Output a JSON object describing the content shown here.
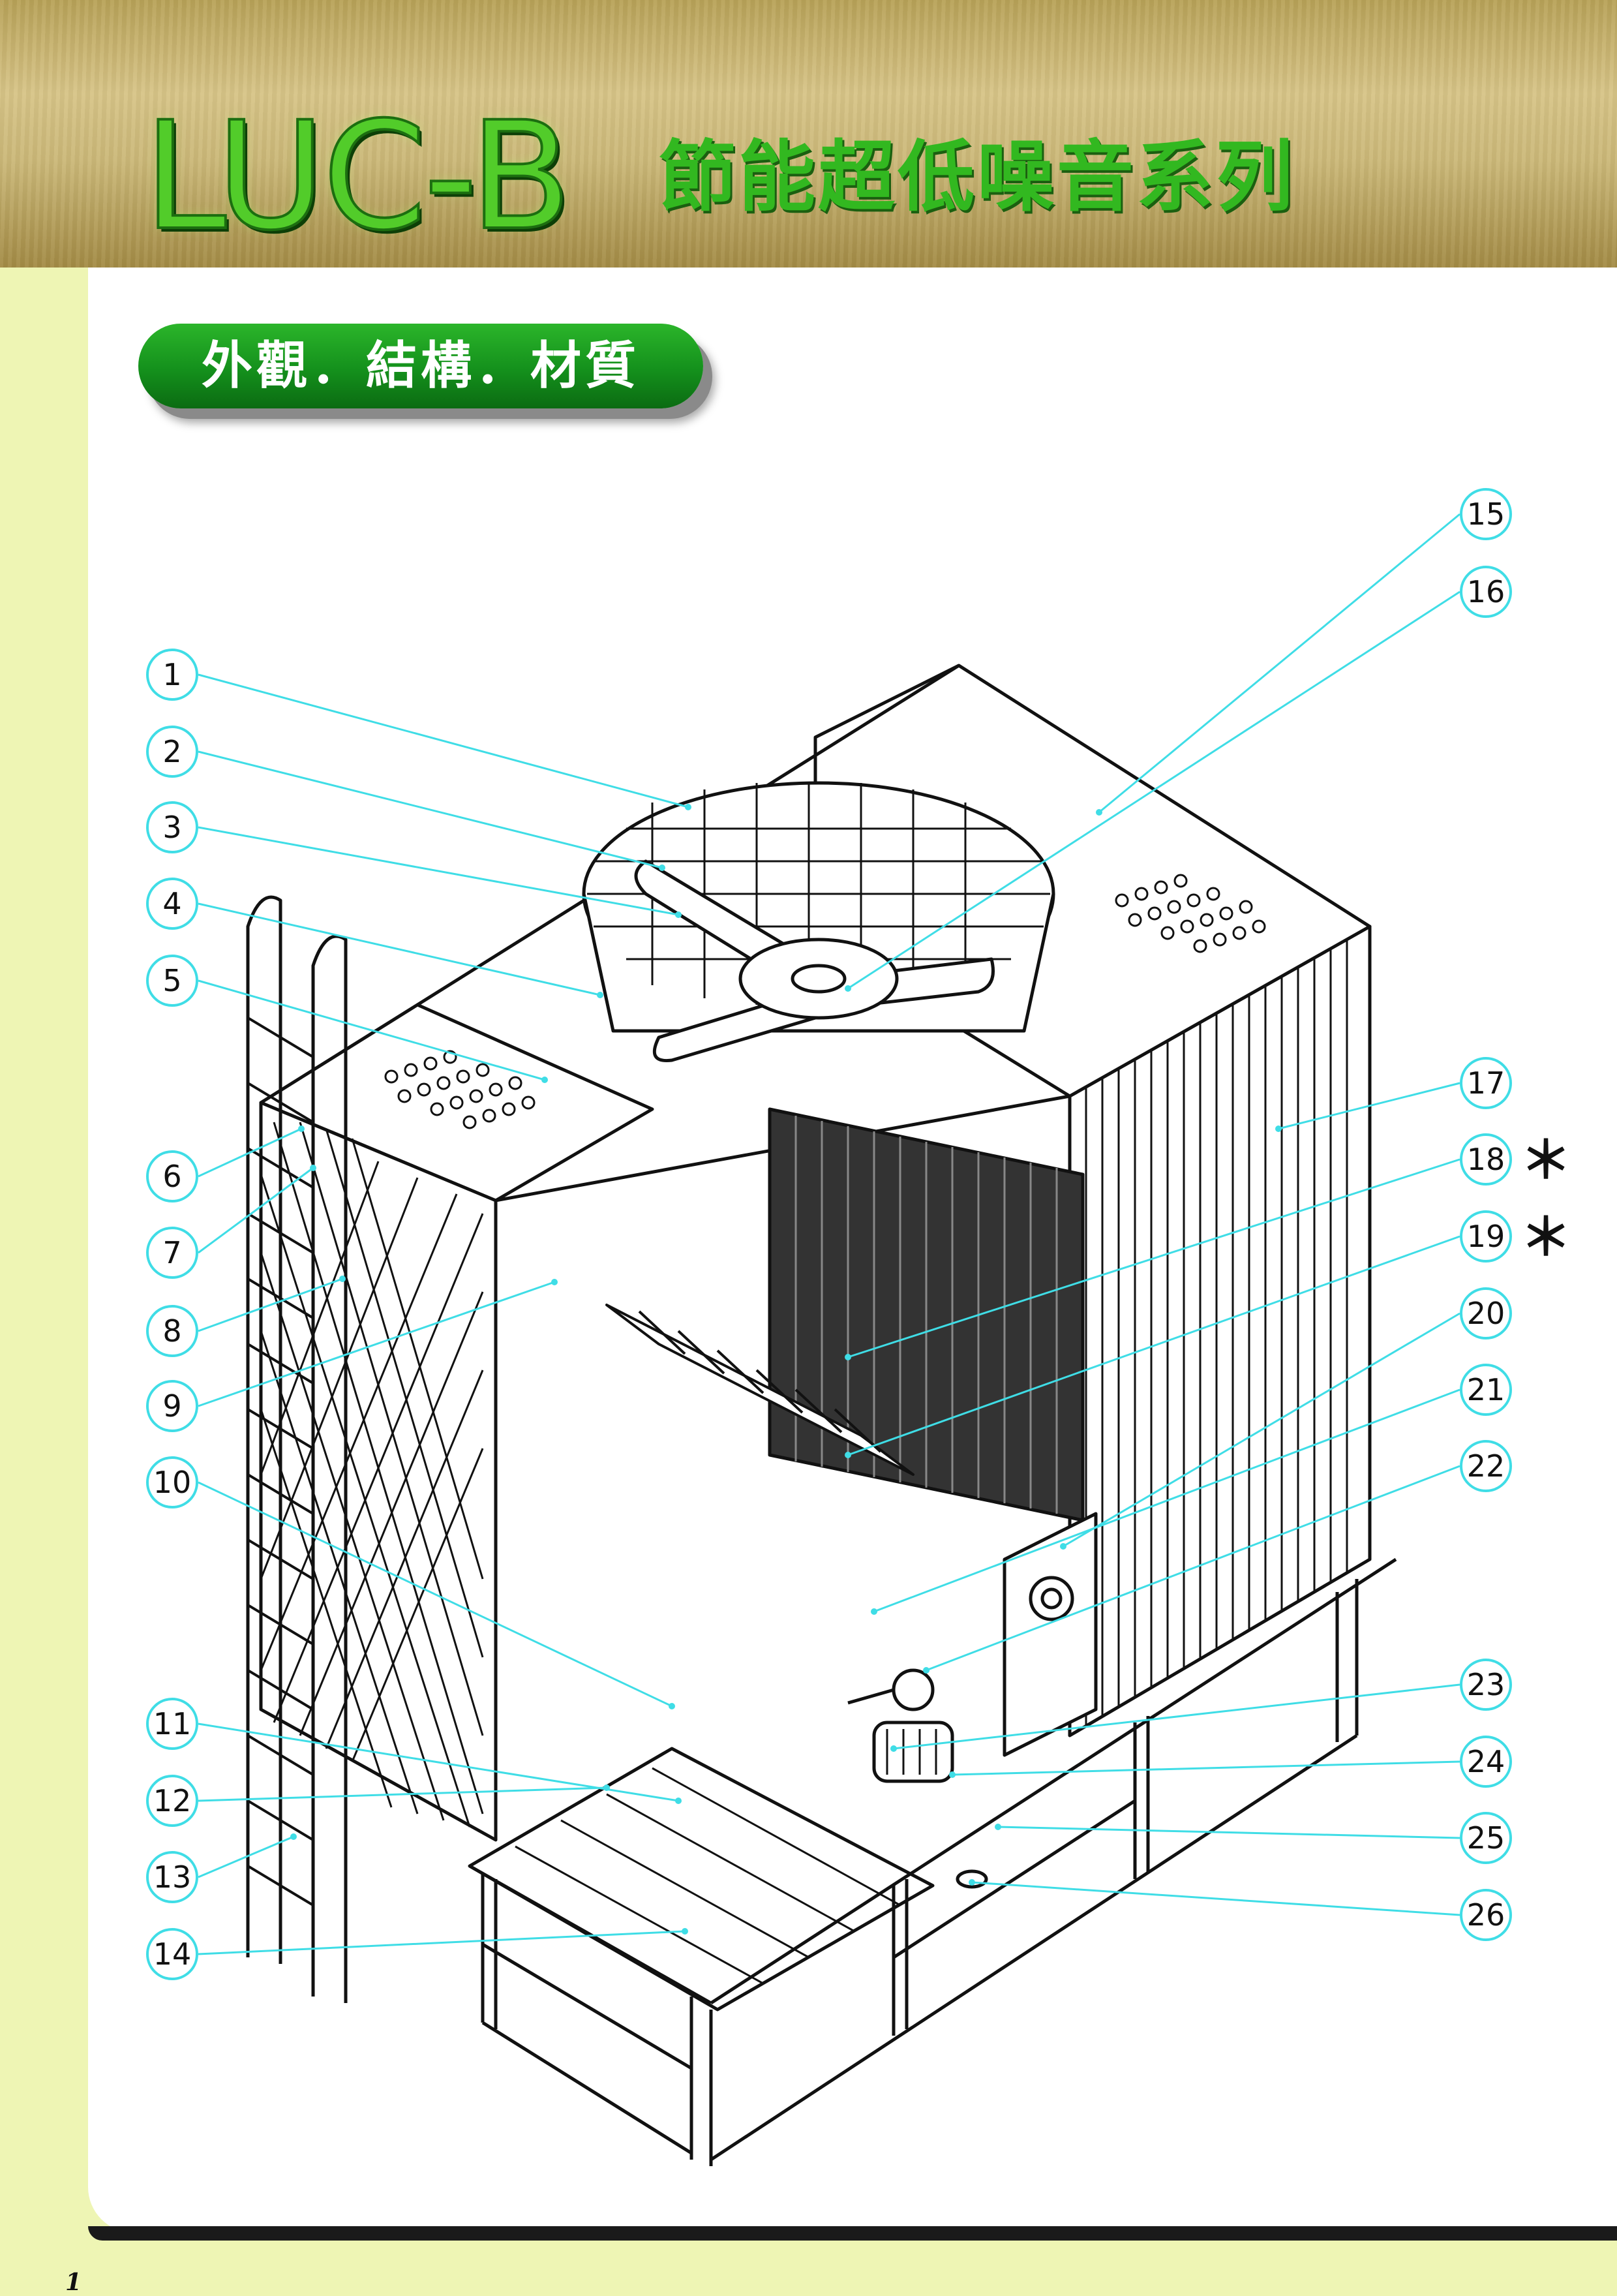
{
  "header": {
    "model": "LUC-B",
    "series_name": "節能超低噪音系列"
  },
  "section": {
    "title": "外觀．結構．材質"
  },
  "page_number": "1",
  "callouts": [
    {
      "n": "1"
    },
    {
      "n": "2"
    },
    {
      "n": "3"
    },
    {
      "n": "4"
    },
    {
      "n": "5"
    },
    {
      "n": "6"
    },
    {
      "n": "7"
    },
    {
      "n": "8"
    },
    {
      "n": "9"
    },
    {
      "n": "10"
    },
    {
      "n": "11"
    },
    {
      "n": "12"
    },
    {
      "n": "13"
    },
    {
      "n": "14"
    },
    {
      "n": "15"
    },
    {
      "n": "16"
    },
    {
      "n": "17"
    },
    {
      "n": "18",
      "mark": "＊"
    },
    {
      "n": "19",
      "mark": "＊"
    },
    {
      "n": "20"
    },
    {
      "n": "21"
    },
    {
      "n": "22"
    },
    {
      "n": "23"
    },
    {
      "n": "24"
    },
    {
      "n": "25"
    },
    {
      "n": "26"
    }
  ],
  "colors": {
    "leader_line": "#3fdde6",
    "drawing_line": "#111111",
    "brand_green": "#52cc2a",
    "pill_green": "#14901c",
    "header_gold": "#c9b46f",
    "margin_lime": "#eef5b4"
  }
}
